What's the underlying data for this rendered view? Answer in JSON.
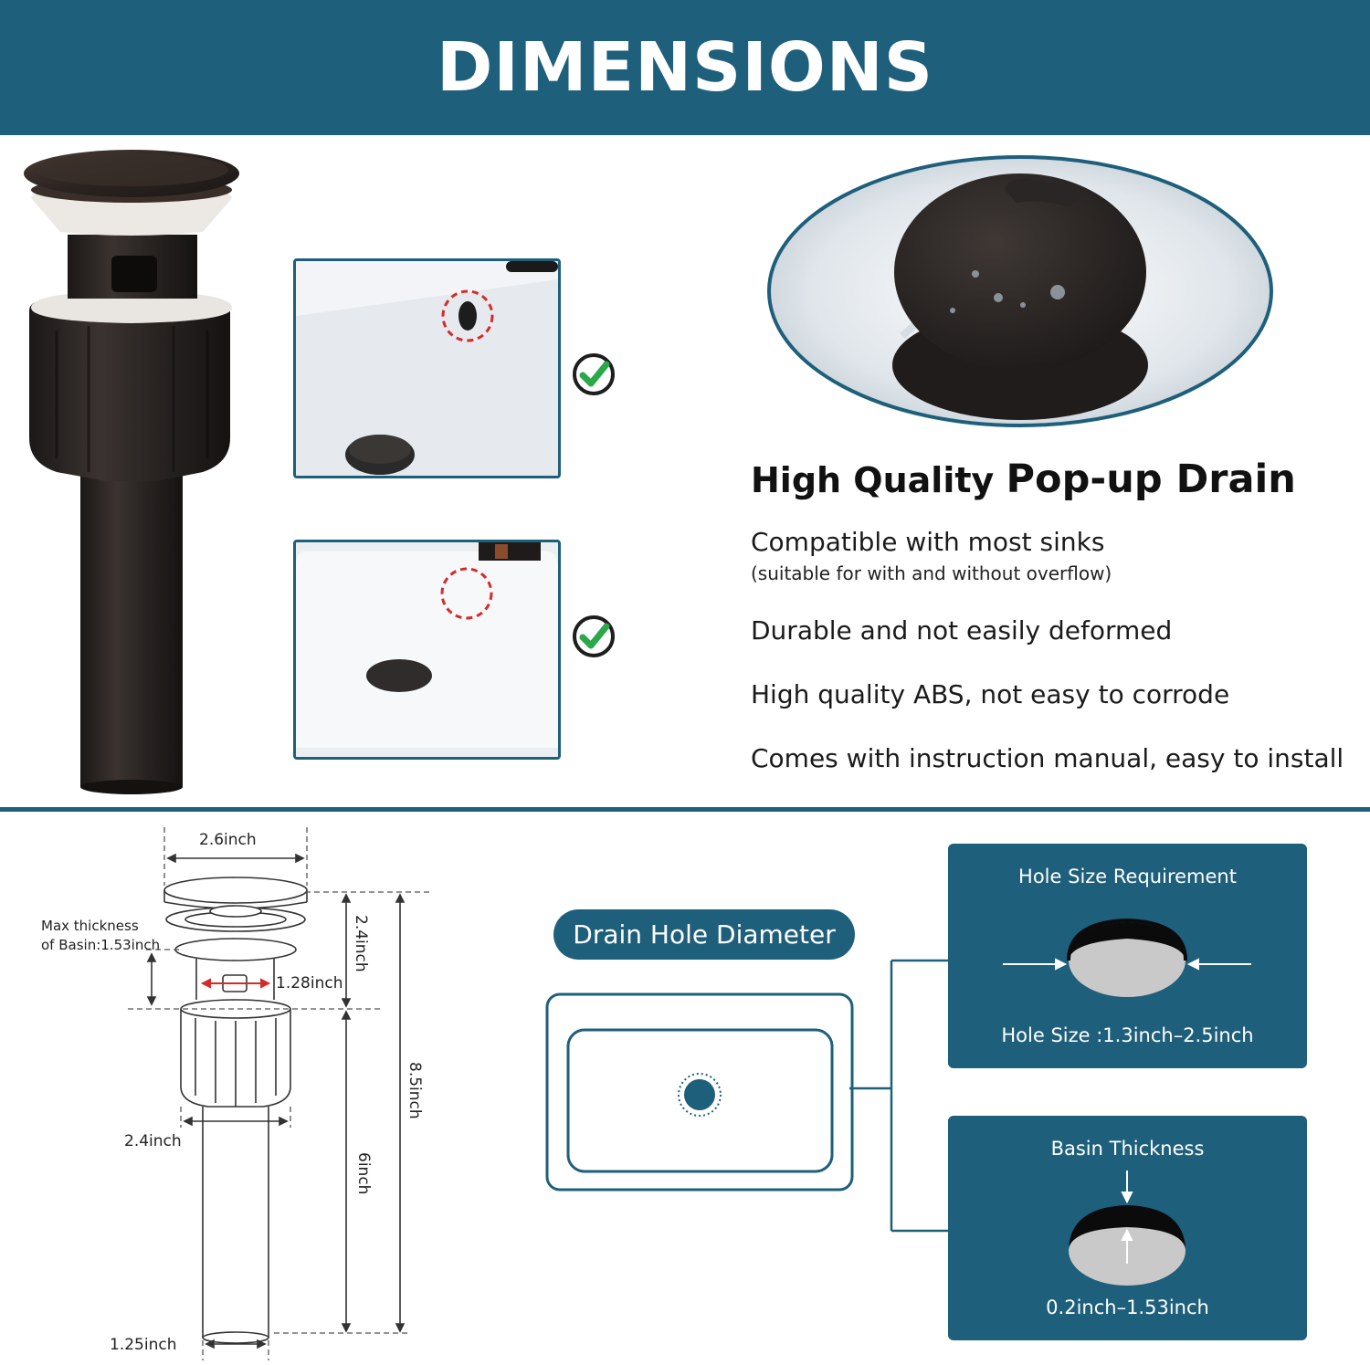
{
  "banner": {
    "title": "DIMENSIONS"
  },
  "features": {
    "title_part1": "High Quality ",
    "title_part2": "Pop-up Drain",
    "items": [
      "Compatible with most sinks",
      "Durable and not easily deformed",
      "High quality ABS, not easy to corrode",
      "Comes with instruction manual, easy to install"
    ],
    "compat_note": "(suitable for with and without overflow)"
  },
  "diagram": {
    "width_top": "2.6inch",
    "basin_label_line1": "Max thickness",
    "basin_label_line2": "of Basin:1.53inch",
    "body_width": "1.28inch",
    "upper_height": "2.4inch",
    "total_height": "8.5inch",
    "lower_height": "6inch",
    "collar_width": "2.4inch",
    "pipe_width": "1.25inch"
  },
  "hole": {
    "pill_label": "Drain Hole Diameter",
    "card1_title": "Hole Size Requirement",
    "card1_value": "Hole Size :1.3inch–2.5inch",
    "card2_title": "Basin Thickness",
    "card2_value": "0.2inch–1.53inch"
  },
  "colors": {
    "brand": "#1e5f7b",
    "check_green": "#2aa84a",
    "bronze": "#2d2826"
  }
}
